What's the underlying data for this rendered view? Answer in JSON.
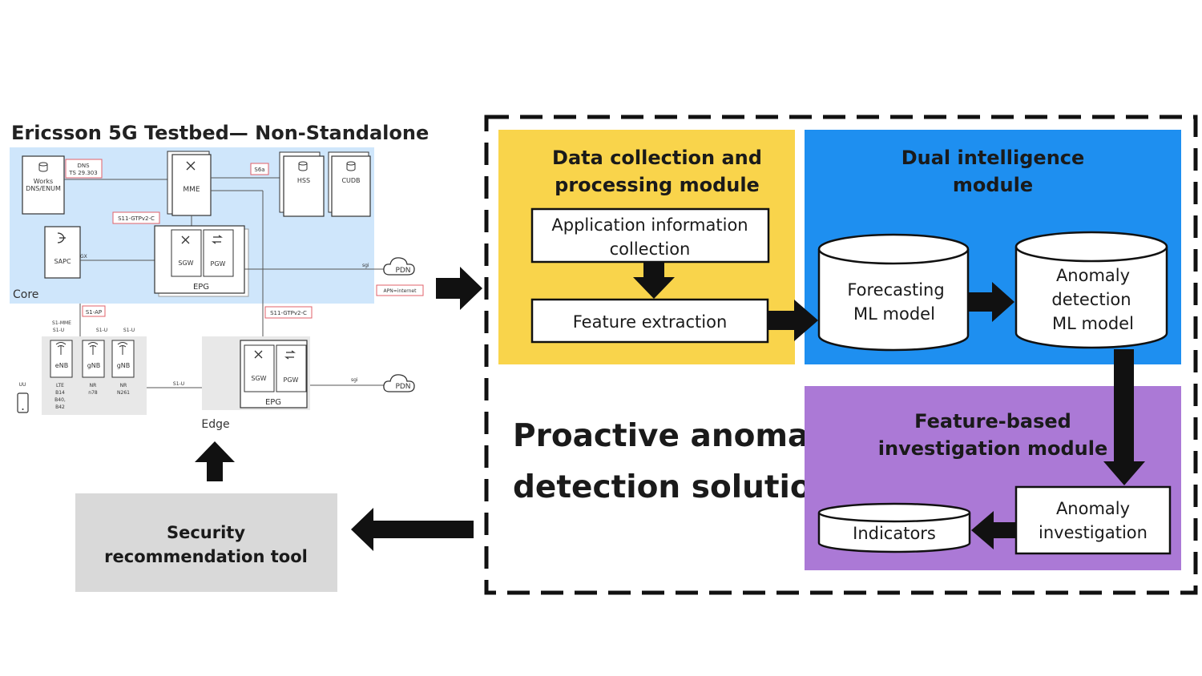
{
  "testbed": {
    "title": "Ericsson 5G Testbed— Non-Standalone",
    "core_label": "Core",
    "edge_label": "Edge",
    "works_label": "Works",
    "works_sub": "DNS/ENUM",
    "dns_line1": "DNS",
    "dns_line2": "TS 29.303",
    "mme": "MME",
    "s6a": "S6a",
    "hss": "HSS",
    "cudb": "CUDB",
    "s11_core": "S11-GTPv2-C",
    "sapc": "SAPC",
    "gx": "GX",
    "sgw": "SGW",
    "pgw": "PGW",
    "epg": "EPG",
    "sgi": "sgi",
    "pdn": "PDN",
    "apn": "APN=internet",
    "s1ap": "S1-AP",
    "s11_edge": "S11-GTPv2-C",
    "s1mme": "S1-MME",
    "s1u": "S1-U",
    "s1u_link": "S1-U",
    "uu": "UU",
    "enb": "eNB",
    "gnb": "gNB",
    "lte_bands": [
      "LTE",
      "B14",
      "B40,",
      "B42"
    ],
    "nr78": [
      "NR",
      "n78"
    ],
    "nr261": [
      "NR",
      "N261"
    ]
  },
  "modules": {
    "data_collection": {
      "title_line1": "Data collection and",
      "title_line2": "processing module"
    },
    "app_info": {
      "line1": "Application information",
      "line2": "collection"
    },
    "feature_extraction": "Feature extraction",
    "dual_intelligence": {
      "title_line1": "Dual intelligence",
      "title_line2": "module"
    },
    "forecasting": {
      "line1": "Forecasting",
      "line2": "ML model"
    },
    "anomaly_detection": {
      "line1": "Anomaly",
      "line2": "detection",
      "line3": "ML model"
    },
    "feature_based": {
      "title_line1": "Feature-based",
      "title_line2": "investigation module"
    },
    "anomaly_investigation": {
      "line1": "Anomaly",
      "line2": "investigation"
    },
    "indicators": "Indicators"
  },
  "solution": {
    "line1": "Proactive anomaly",
    "line2": "detection solution"
  },
  "security_tool": {
    "line1": "Security",
    "line2": "recommendation tool"
  },
  "colors": {
    "core_bg": "#cfe6fb",
    "edge_bg": "#e8e8e8",
    "data_yellow": "#f9d44b",
    "dual_blue": "#1e8ff0",
    "feature_purple": "#ab79d6",
    "tool_gray": "#d9d9d9",
    "label_red": "#e0606a"
  }
}
